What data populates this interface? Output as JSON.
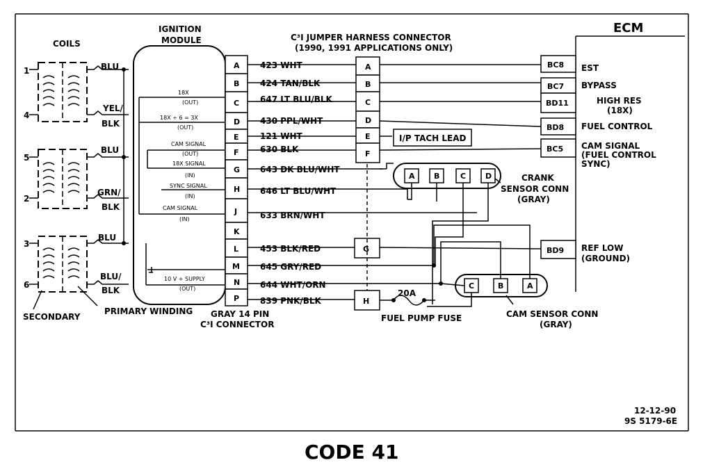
{
  "title": "CODE 41",
  "ecm": {
    "label": "ECM",
    "pins": [
      {
        "id": "BC8",
        "signal": "EST"
      },
      {
        "id": "BC7",
        "signal": "BYPASS"
      },
      {
        "id": "BD11",
        "signal": "HIGH RES",
        "signal2": "(18X)"
      },
      {
        "id": "BD8",
        "signal": "FUEL CONTROL"
      },
      {
        "id": "BC5",
        "signal": "CAM SIGNAL",
        "signal2": "(FUEL CONTROL",
        "signal3": "SYNC)"
      },
      {
        "id": "BD9",
        "signal": "REF LOW",
        "signal2": "(GROUND)"
      }
    ]
  },
  "coils": {
    "label": "COILS",
    "numbers": [
      "1",
      "4",
      "5",
      "2",
      "3",
      "6"
    ],
    "wires": [
      "BLU",
      "YEL/",
      "BLK",
      "BLU",
      "GRN/",
      "BLK",
      "BLU",
      "BLU/",
      "BLK"
    ],
    "secondary": "SECONDARY",
    "primary": "PRIMARY WINDING"
  },
  "ignition_module": {
    "label1": "IGNITION",
    "label2": "MODULE",
    "signals": [
      {
        "l1": "18X",
        "l2": "(OUT)"
      },
      {
        "l1": "18X ÷ 6 = 3X",
        "l2": "(OUT)"
      },
      {
        "l1": "CAM SIGNAL",
        "l2": "(OUT)"
      },
      {
        "l1": "18X SIGNAL",
        "l2": "(IN)"
      },
      {
        "l1": "SYNC SIGNAL",
        "l2": "(IN)"
      },
      {
        "l1": "CAM SIGNAL",
        "l2": "(IN)"
      },
      {
        "l1": "10 V + SUPPLY",
        "l2": "(OUT)"
      }
    ]
  },
  "c3i_connector": {
    "label1": "GRAY 14 PIN",
    "label2": "C³I CONNECTOR",
    "pins": [
      "A",
      "B",
      "C",
      "D",
      "E",
      "F",
      "G",
      "H",
      "J",
      "K",
      "L",
      "M",
      "N",
      "P"
    ]
  },
  "wires": [
    "423 WHT",
    "424 TAN/BLK",
    "647 LT BLU/BLK",
    "430 PPL/WHT",
    "121 WHT",
    "630 BLK",
    "643 DK BLU/WHT",
    "646 LT BLU/WHT",
    "633 BRN/WHT",
    "453 BLK/RED",
    "645 GRY/RED",
    "644 WHT/ORN",
    "839 PNK/BLK"
  ],
  "jumper": {
    "label1": "C³I JUMPER HARNESS CONNECTOR",
    "label2": "(1990, 1991 APPLICATIONS ONLY)",
    "pins": [
      "A",
      "B",
      "C",
      "D",
      "E",
      "F",
      "G",
      "H"
    ]
  },
  "tach_lead": "I/P TACH LEAD",
  "crank_sensor": {
    "l1": "CRANK",
    "l2": "SENSOR CONN",
    "l3": "(GRAY)",
    "pins": [
      "A",
      "B",
      "C",
      "D"
    ]
  },
  "cam_sensor": {
    "l1": "CAM SENSOR CONN",
    "l2": "(GRAY)",
    "pins": [
      "C",
      "B",
      "A"
    ]
  },
  "fuse": {
    "rating": "20A",
    "label": "FUEL PUMP FUSE"
  },
  "footer": {
    "date": "12-12-90",
    "code": "9S 5179-6E"
  }
}
